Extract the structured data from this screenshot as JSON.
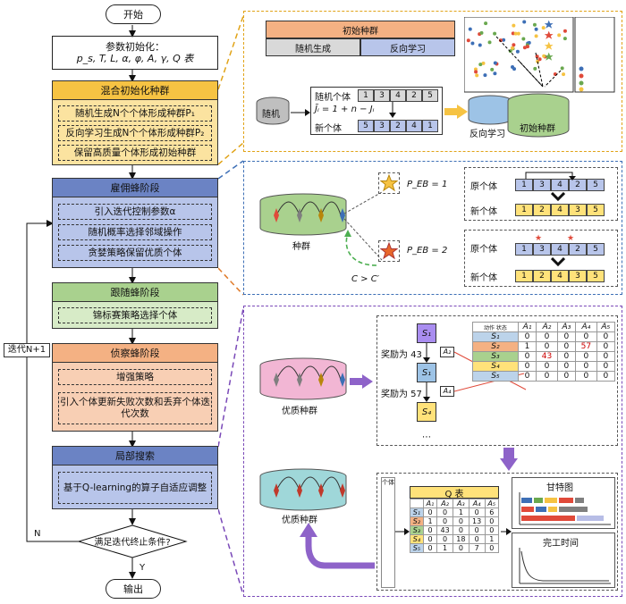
{
  "flow": {
    "start": "开始",
    "init_params_title": "参数初始化：",
    "init_params_list": "p_s, T, L, α, φ, A, γ, Q 表",
    "stage1": {
      "title": "混合初始化种群",
      "items": [
        "随机生成N个个体形成种群P₁",
        "反向学习生成N个个体形成种群P₂",
        "保留高质量个体形成初始种群"
      ]
    },
    "stage2": {
      "title": "雇佣蜂阶段",
      "items": [
        "引入迭代控制参数α",
        "随机概率选择邻域操作",
        "贪婪策略保留优质个体"
      ]
    },
    "stage3": {
      "title": "跟随蜂阶段",
      "items": [
        "锦标赛策略选择个体"
      ]
    },
    "stage4": {
      "title": "侦察蜂阶段",
      "items": [
        "增强策略",
        "引入个体更新失败次数和丢弃个体迭代次数"
      ]
    },
    "stage5": {
      "title": "局部搜索",
      "items": [
        "基于Q-learning的算子自适应调整"
      ]
    },
    "decision": "满足迭代终止条件?",
    "loop_label": "迭代N+1",
    "no_label": "N",
    "yes_label": "Y",
    "end": "输出"
  },
  "panel1": {
    "init_pop": "初始种群",
    "random_gen": "随机生成",
    "opposition": "反向学习",
    "random_label": "随机",
    "random_individual": "随机个体",
    "new_individual": "新个体",
    "formula": "J̃ᵢ = 1 + n − Jᵢ",
    "random_seq": [
      "1",
      "3",
      "4",
      "2",
      "5"
    ],
    "new_seq": [
      "5",
      "3",
      "2",
      "4",
      "1"
    ],
    "opposition_db": "反向学习",
    "init_db": "初始种群"
  },
  "panel2": {
    "population": "种群",
    "peb1": "P_EB = 1",
    "peb2": "P_EB = 2",
    "constraint": "C > C′",
    "original": "原个体",
    "new": "新个体",
    "orig_seq": [
      "1",
      "3",
      "4",
      "2",
      "5"
    ],
    "new_seq1": [
      "1",
      "2",
      "4",
      "3",
      "5"
    ],
    "new_seq2": [
      "1",
      "2",
      "4",
      "3",
      "5"
    ]
  },
  "panel3": {
    "quality_pop": "优质种群",
    "quality_pop2": "优质种群",
    "reward1": "奖励为 43",
    "reward2": "奖励为 57",
    "states": [
      "S₁",
      "S₁",
      "S₄"
    ],
    "actions": [
      "A₂",
      "A₄"
    ],
    "table_header": [
      "A₁",
      "A₂",
      "A₃",
      "A₄",
      "A₅"
    ],
    "corner_action": "动作",
    "corner_state": "状态",
    "rows": [
      {
        "s": "S₁",
        "v": [
          "0",
          "0",
          "0",
          "0",
          "0"
        ],
        "color": "#bcd3ea"
      },
      {
        "s": "S₂",
        "v": [
          "1",
          "0",
          "0",
          "57",
          "0"
        ],
        "color": "#f4b183"
      },
      {
        "s": "S₃",
        "v": [
          "0",
          "43",
          "0",
          "0",
          "0"
        ],
        "color": "#a9d18e"
      },
      {
        "s": "S₄",
        "v": [
          "0",
          "0",
          "0",
          "0",
          "0"
        ],
        "color": "#ffe27a"
      },
      {
        "s": "S₅",
        "v": [
          "0",
          "0",
          "0",
          "0",
          "0"
        ],
        "color": "#bcd3ea"
      }
    ],
    "q_title": "Q 表",
    "q_rows": [
      {
        "s": "S₁",
        "v": [
          "0",
          "0",
          "1",
          "0",
          "6"
        ],
        "color": "#bcd3ea"
      },
      {
        "s": "S₂",
        "v": [
          "1",
          "0",
          "0",
          "13",
          "0"
        ],
        "color": "#f4b183"
      },
      {
        "s": "S₃",
        "v": [
          "0",
          "43",
          "0",
          "0",
          "0"
        ],
        "color": "#a9d18e"
      },
      {
        "s": "S₄",
        "v": [
          "0",
          "0",
          "18",
          "0",
          "1"
        ],
        "color": "#ffe27a"
      },
      {
        "s": "S₅",
        "v": [
          "0",
          "1",
          "0",
          "7",
          "0"
        ],
        "color": "#bcd3ea"
      }
    ],
    "individual_label": "个体",
    "gantt": "甘特图",
    "makespan": "完工时间"
  },
  "colors": {
    "yellow": "#f6c343",
    "yellow_light": "#fbe3a0",
    "blue": "#6b83c4",
    "blue_light": "#b8c5ea",
    "green": "#a9d18e",
    "green_light": "#d7ebc7",
    "orange": "#f4b183",
    "orange_light": "#f8cfb4",
    "purple_light": "#b7bde6"
  }
}
